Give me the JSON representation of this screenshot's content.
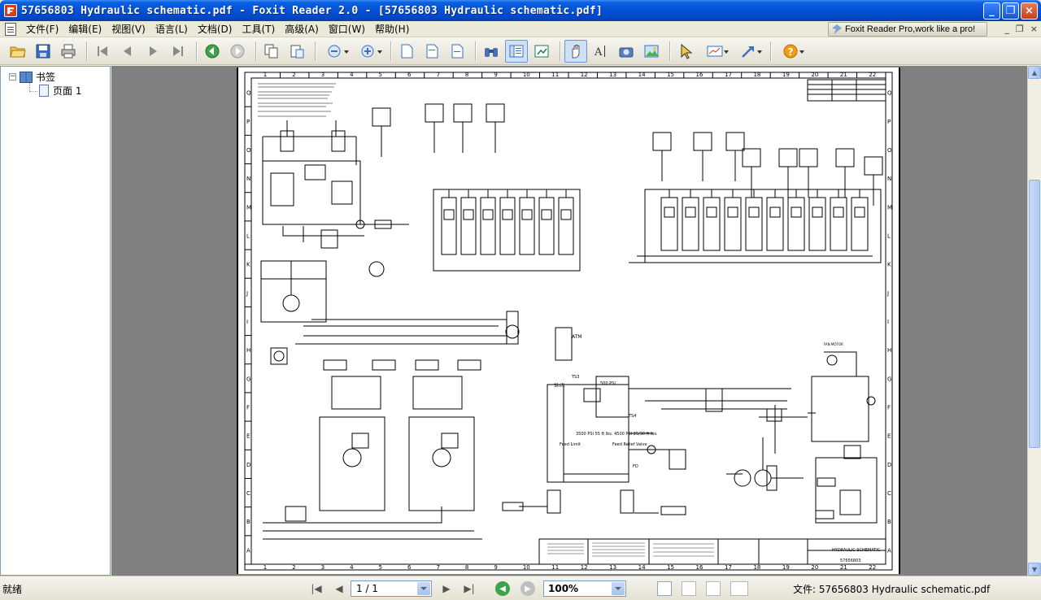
{
  "window": {
    "title": "57656803 Hydraulic schematic.pdf - Foxit Reader 2.0 - [57656803 Hydraulic schematic.pdf]",
    "minimize": "_",
    "maximize": "❐",
    "close": "×"
  },
  "menu": {
    "items": [
      "文件(F)",
      "编辑(E)",
      "视图(V)",
      "语言(L)",
      "文档(D)",
      "工具(T)",
      "高级(A)",
      "窗口(W)",
      "帮助(H)"
    ],
    "promo": "Foxit Reader Pro,work like a pro!",
    "mdi_min": "_",
    "mdi_restore": "❐",
    "mdi_close": "×"
  },
  "toolbar": {
    "buttons": [
      "open-icon",
      "save-icon",
      "print-icon",
      "first-page-icon",
      "previous-page-icon",
      "next-page-icon",
      "last-page-icon",
      "back-icon",
      "forward-icon",
      "copy-icon",
      "paste-icon",
      "zoom-out-icon",
      "zoom-in-icon",
      "actual-size-icon",
      "fit-page-icon",
      "fit-width-icon",
      "binoculars-icon",
      "bookmarks-panel-icon",
      "thumbnail-icon",
      "hand-tool-icon",
      "text-select-icon",
      "snapshot-icon",
      "image-icon",
      "select-arrow-icon",
      "annotation-icon",
      "arrow-tool-icon",
      "help-icon"
    ]
  },
  "sidebar": {
    "root_label": "书签",
    "child_label": "页面 1",
    "expander": "−"
  },
  "schematic": {
    "row_labels": [
      "Q",
      "P",
      "O",
      "N",
      "M",
      "L",
      "K",
      "J",
      "I",
      "H",
      "G",
      "F",
      "E",
      "D",
      "C",
      "B",
      "A"
    ],
    "col_labels": [
      "1",
      "2",
      "3",
      "4",
      "5",
      "6",
      "7",
      "8",
      "9",
      "10",
      "11",
      "12",
      "13",
      "14",
      "15",
      "16",
      "17",
      "18",
      "19",
      "20",
      "21",
      "22"
    ],
    "labels": {
      "shift": "Shift",
      "feed_limit": "Feed Limit",
      "feed_relief": "Feed Relief Valve",
      "pressure_spec": "3500 PSI 55 ft lbs. 4500 PSI 25/30 ft lbs.",
      "psi_500": "500 PSI",
      "atm": "ATM",
      "ts3": "TS3",
      "ts4": "TS4",
      "fd": "FD",
      "fan_motor": "FAN MOTOR",
      "title_block": "HYDRAULIC SCHEMATIC",
      "drawing_no": "57656803"
    }
  },
  "statusbar": {
    "ready": "就绪",
    "page_indicator": "1 / 1",
    "zoom": "100%",
    "file_label": "文件: 57656803 Hydraulic schematic.pdf"
  },
  "colors": {
    "titlebar": "#0452d6",
    "chrome": "#ece9d8",
    "doc_background": "#808080"
  }
}
